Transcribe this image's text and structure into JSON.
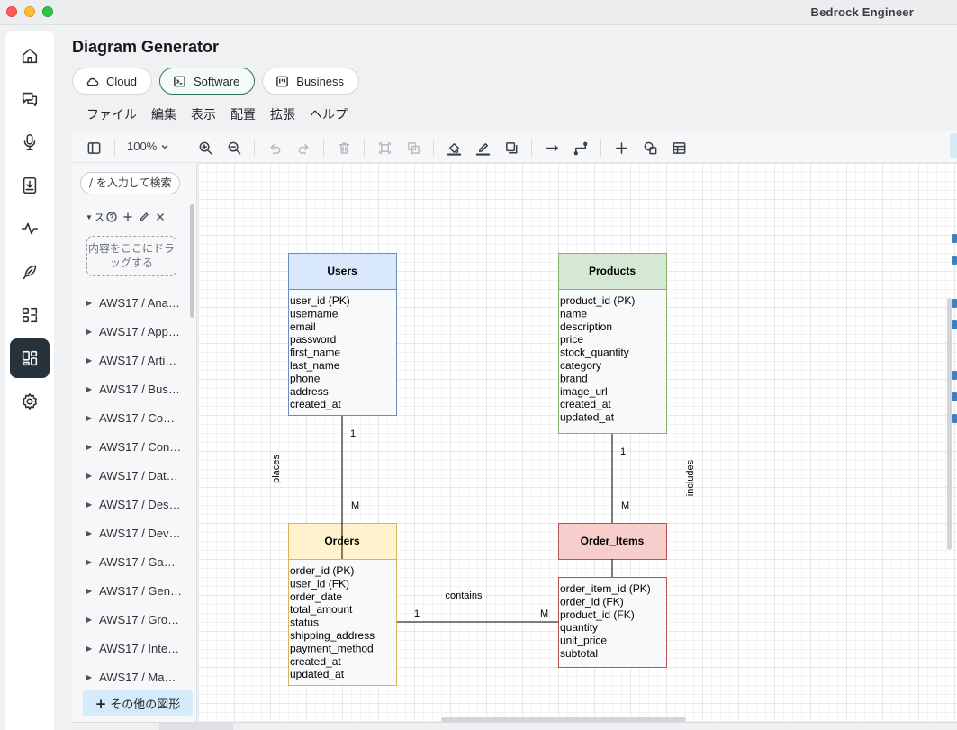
{
  "window": {
    "title": "Bedrock Engineer"
  },
  "rail": {
    "items": [
      "home",
      "chat",
      "voice",
      "download",
      "activity",
      "feather",
      "scan",
      "diagram",
      "settings"
    ],
    "active": "diagram"
  },
  "page": {
    "title": "Diagram Generator"
  },
  "tabs": [
    {
      "label": "Cloud",
      "icon": "cloud-icon"
    },
    {
      "label": "Software",
      "icon": "terminal-icon",
      "active": true
    },
    {
      "label": "Business",
      "icon": "kanban-icon"
    }
  ],
  "menu": [
    "ファイル",
    "編集",
    "表示",
    "配置",
    "拡張",
    "ヘルプ"
  ],
  "toolbar": {
    "zoom": "100%"
  },
  "sidebar": {
    "search_placeholder": "/ を入力して検索",
    "scratch_label": "ス",
    "dropzone": "内容をここにドラッグする",
    "libraries": [
      "AWS17 / Ana…",
      "AWS17 / App…",
      "AWS17 / Arti…",
      "AWS17 / Bus…",
      "AWS17 / Co…",
      "AWS17 / Con…",
      "AWS17 / Dat…",
      "AWS17 / Des…",
      "AWS17 / Dev…",
      "AWS17 / Ga…",
      "AWS17 / Gen…",
      "AWS17 / Gro…",
      "AWS17 / Inte…",
      "AWS17 / Ma…"
    ],
    "more_shapes": "その他の図形"
  },
  "diagram": {
    "entities": [
      {
        "id": "users",
        "title": "Users",
        "fill": "#dae8fc",
        "stroke": "#6c8ebf",
        "fields": [
          "user_id (PK)",
          "username",
          "email",
          "password",
          "first_name",
          "last_name",
          "phone",
          "address",
          "created_at"
        ]
      },
      {
        "id": "products",
        "title": "Products",
        "fill": "#d5e8d4",
        "stroke": "#82b366",
        "fields": [
          "product_id (PK)",
          "name",
          "description",
          "price",
          "stock_quantity",
          "category",
          "brand",
          "image_url",
          "created_at",
          "updated_at"
        ]
      },
      {
        "id": "orders",
        "title": "Orders",
        "fill": "#fff2cc",
        "stroke": "#d6b656",
        "fields": [
          "order_id (PK)",
          "user_id (FK)",
          "order_date",
          "total_amount",
          "status",
          "shipping_address",
          "payment_method",
          "created_at",
          "updated_at"
        ]
      },
      {
        "id": "order_items",
        "title": "Order_Items",
        "fill": "#f8cecc",
        "stroke": "#b85450",
        "fields": [
          "order_item_id (PK)",
          "order_id (FK)",
          "product_id (FK)",
          "quantity",
          "unit_price",
          "subtotal"
        ]
      }
    ],
    "relations": [
      {
        "from": "users",
        "to": "orders",
        "label": "places",
        "from_card": "1",
        "to_card": "M"
      },
      {
        "from": "products",
        "to": "order_items",
        "label": "includes",
        "from_card": "1",
        "to_card": "M"
      },
      {
        "from": "orders",
        "to": "order_items",
        "label": "contains",
        "from_card": "1",
        "to_card": "M"
      }
    ]
  }
}
